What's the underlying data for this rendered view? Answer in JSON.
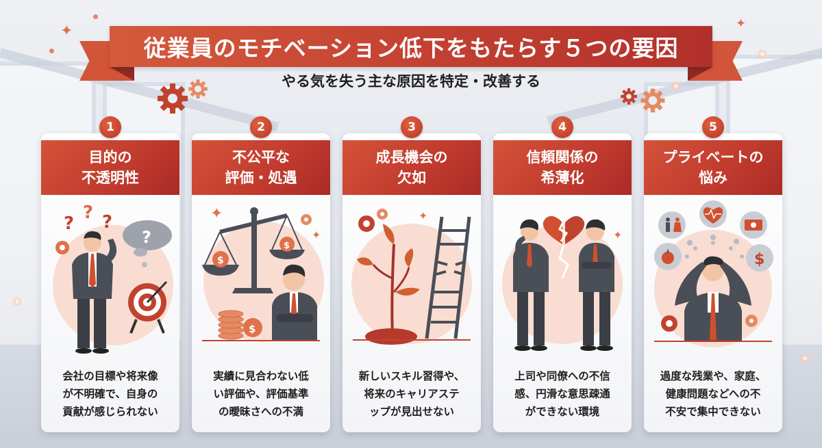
{
  "header": {
    "title": "従業員のモチベーション低下をもたらす５つの要因",
    "subtitle": "やる気を失う主な原因を特定・改善する"
  },
  "colors": {
    "accent_red": "#c03a2d",
    "accent_orange": "#d2553a",
    "dark_suit": "#4a4e57",
    "text": "#1e1e1e"
  },
  "factors": [
    {
      "number": "1",
      "title_lines": [
        "目的の",
        "不透明性"
      ],
      "description_lines": [
        "会社の目標や将来像",
        "が不明確で、自身の",
        "貢献が感じられない"
      ],
      "illustration": "confused-man-with-target-icon"
    },
    {
      "number": "2",
      "title_lines": [
        "不公平な",
        "評価・処遇"
      ],
      "description_lines": [
        "実績に見合わない低",
        "い評価や、評価基準",
        "の曖昧さへの不満"
      ],
      "illustration": "unbalanced-scale-icon"
    },
    {
      "number": "3",
      "title_lines": [
        "成長機会の",
        "欠如"
      ],
      "description_lines": [
        "新しいスキル習得や、",
        "将来のキャリアステ",
        "ップが見出せない"
      ],
      "illustration": "plant-and-broken-ladder-icon"
    },
    {
      "number": "4",
      "title_lines": [
        "信頼関係の",
        "希薄化"
      ],
      "description_lines": [
        "上司や同僚への不信",
        "感、円滑な意思疎通",
        "ができない環境"
      ],
      "illustration": "broken-heart-colleagues-icon"
    },
    {
      "number": "5",
      "title_lines": [
        "プライベートの",
        "悩み"
      ],
      "description_lines": [
        "過度な残業や、家庭、",
        "健康問題などへの不",
        "不安で集中できない"
      ],
      "illustration": "stressed-man-with-worries-icon"
    }
  ]
}
